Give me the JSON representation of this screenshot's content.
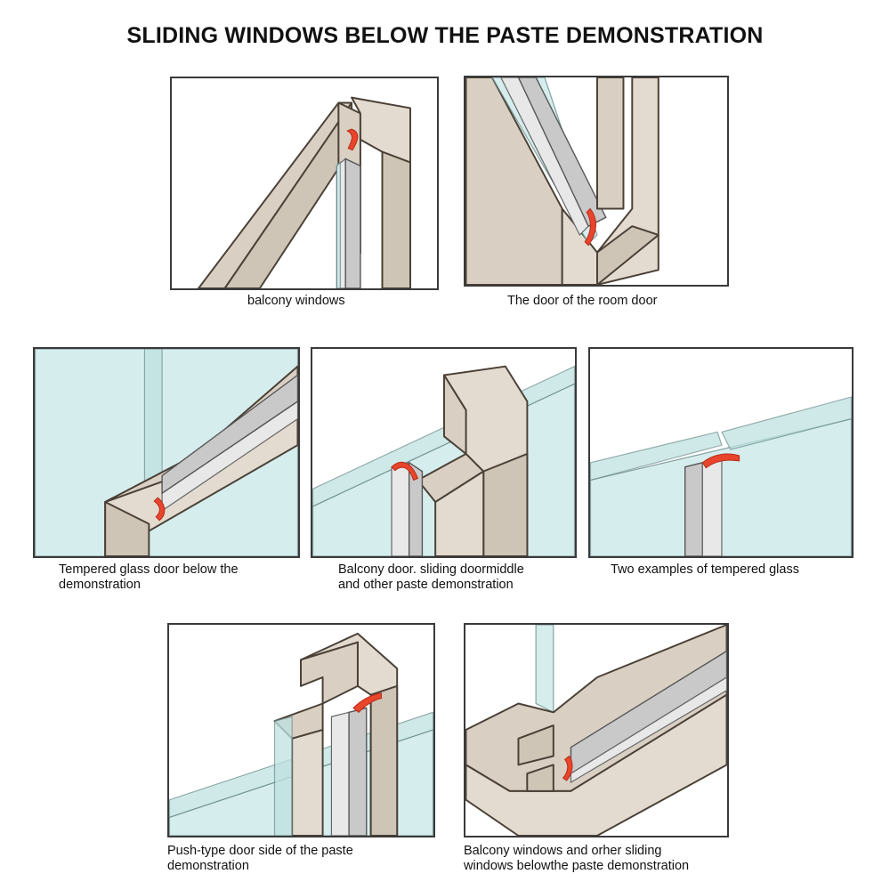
{
  "title": "SLIDING WINDOWS BELOW THE PASTE DEMONSTRATION",
  "colors": {
    "frame": "#d9d0c3",
    "outline": "#4a4036",
    "glass": "#cfeaea",
    "seal_strip": "#c9c9c9",
    "adhesive": "#e8452c",
    "border": "#3a3a3a"
  },
  "panels": [
    {
      "caption_lines": [
        "balcony windows"
      ]
    },
    {
      "caption_lines": [
        "The door of the room door"
      ]
    },
    {
      "caption_lines": [
        "Tempered glass door below the",
        "demonstration"
      ]
    },
    {
      "caption_lines": [
        "Balcony door. sliding doormiddle",
        "and other paste demonstration"
      ]
    },
    {
      "caption_lines": [
        "Two examples of tempered glass"
      ]
    },
    {
      "caption_lines": [
        "Push-type door side of the paste",
        "demonstration"
      ]
    },
    {
      "caption_lines": [
        "Balcony windows and orher sliding",
        "windows belowthe paste demonstration"
      ]
    }
  ]
}
